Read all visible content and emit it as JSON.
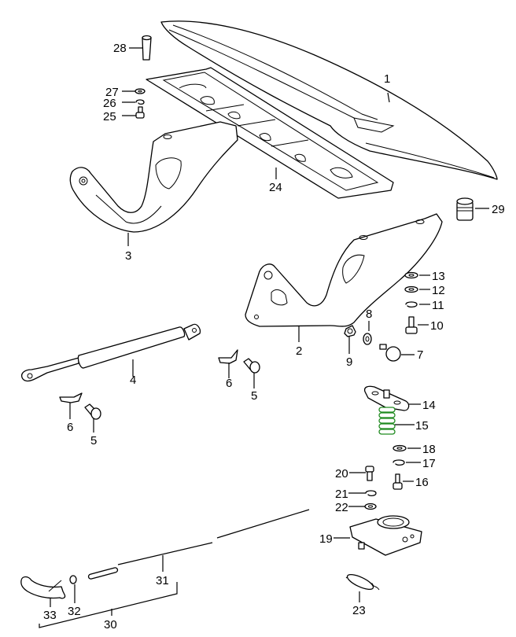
{
  "diagram": {
    "title": "Front hood (bonnet) assembly exploded parts diagram",
    "highlight_color": "#1f8a1f",
    "parts": [
      {
        "id": "1",
        "name": "hood"
      },
      {
        "id": "2",
        "name": "hinge-right"
      },
      {
        "id": "3",
        "name": "hinge-left"
      },
      {
        "id": "4",
        "name": "gas-strut"
      },
      {
        "id": "5",
        "name": "pin"
      },
      {
        "id": "6",
        "name": "clip"
      },
      {
        "id": "7",
        "name": "stop-buffer"
      },
      {
        "id": "8",
        "name": "washer"
      },
      {
        "id": "9",
        "name": "nut"
      },
      {
        "id": "10",
        "name": "bolt"
      },
      {
        "id": "11",
        "name": "spring-washer"
      },
      {
        "id": "12",
        "name": "washer"
      },
      {
        "id": "13",
        "name": "washer"
      },
      {
        "id": "14",
        "name": "lock-striker-plate"
      },
      {
        "id": "15",
        "name": "lock-spring"
      },
      {
        "id": "16",
        "name": "bolt"
      },
      {
        "id": "17",
        "name": "spring-washer"
      },
      {
        "id": "18",
        "name": "washer"
      },
      {
        "id": "19",
        "name": "hood-lock"
      },
      {
        "id": "20",
        "name": "bolt"
      },
      {
        "id": "21",
        "name": "spring-washer"
      },
      {
        "id": "22",
        "name": "washer"
      },
      {
        "id": "23",
        "name": "tension-spring"
      },
      {
        "id": "24",
        "name": "inner-panel"
      },
      {
        "id": "25",
        "name": "bolt"
      },
      {
        "id": "26",
        "name": "spring-washer"
      },
      {
        "id": "27",
        "name": "washer"
      },
      {
        "id": "28",
        "name": "sleeve"
      },
      {
        "id": "29",
        "name": "rubber-buffer"
      },
      {
        "id": "30",
        "name": "release-cable-assembly"
      },
      {
        "id": "31",
        "name": "cable"
      },
      {
        "id": "32",
        "name": "washer"
      },
      {
        "id": "33",
        "name": "release-handle"
      }
    ],
    "labels": {
      "l1": "1",
      "l2": "2",
      "l3": "3",
      "l4": "4",
      "l5a": "5",
      "l5b": "5",
      "l6a": "6",
      "l6b": "6",
      "l7": "7",
      "l8": "8",
      "l9": "9",
      "l10": "10",
      "l11": "11",
      "l12": "12",
      "l13": "13",
      "l14": "14",
      "l15": "15",
      "l16": "16",
      "l17": "17",
      "l18": "18",
      "l19": "19",
      "l20": "20",
      "l21": "21",
      "l22": "22",
      "l23": "23",
      "l24": "24",
      "l25": "25",
      "l26": "26",
      "l27": "27",
      "l28": "28",
      "l29": "29",
      "l30": "30",
      "l31": "31",
      "l32": "32",
      "l33": "33"
    }
  }
}
